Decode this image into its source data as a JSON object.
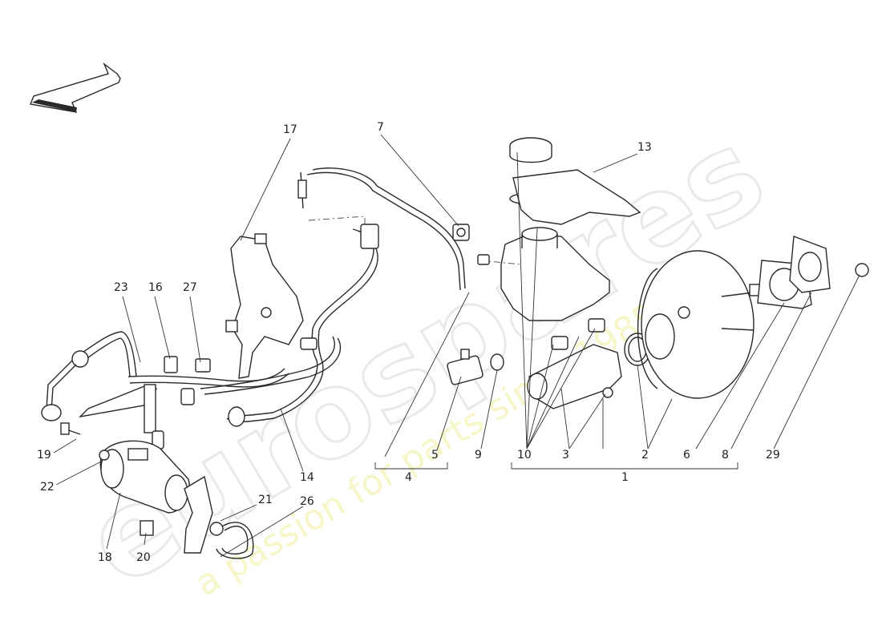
{
  "watermark": {
    "brand": "eurospares",
    "tagline": "a passion for parts since 1985"
  },
  "callouts": {
    "c1": "1",
    "c2": "2",
    "c3": "3",
    "c4": "4",
    "c5": "5",
    "c6": "6",
    "c7": "7",
    "c8": "8",
    "c9": "9",
    "c10": "10",
    "c13": "13",
    "c14": "14",
    "c16": "16",
    "c17": "17",
    "c18": "18",
    "c19": "19",
    "c20": "20",
    "c21": "21",
    "c22": "22",
    "c23": "23",
    "c26": "26",
    "c27": "27",
    "c29": "29"
  },
  "icons": {
    "direction": "direction-arrow-icon"
  }
}
